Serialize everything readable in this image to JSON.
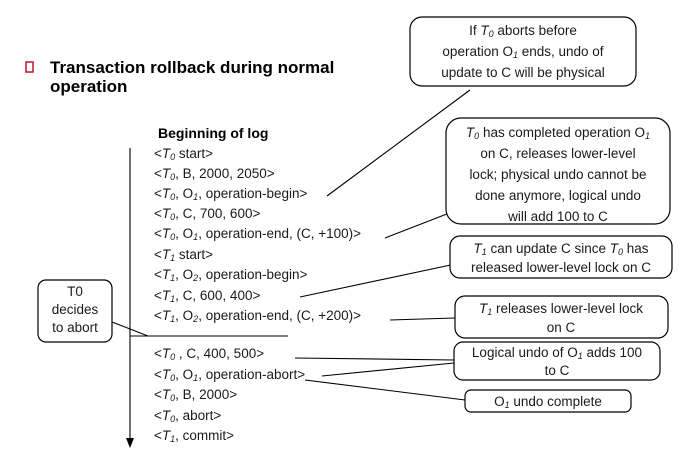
{
  "slide": {
    "bullet_icon": "hollow-square-bullet-icon",
    "bullet_color": "#c8102e",
    "title": [
      "Transaction rollback during normal",
      "operation"
    ]
  },
  "log": {
    "heading": "Beginning of log",
    "records": [
      [
        [
          "<",
          ""
        ],
        [
          "T",
          "i"
        ],
        [
          "0",
          "s"
        ],
        [
          " start>",
          ""
        ]
      ],
      [
        [
          "<",
          ""
        ],
        [
          "T",
          "i"
        ],
        [
          "0",
          "s"
        ],
        [
          ", B, 2000, 2050>",
          ""
        ]
      ],
      [
        [
          "<",
          ""
        ],
        [
          "T",
          "i"
        ],
        [
          "0",
          "s"
        ],
        [
          ", O",
          ""
        ],
        [
          "1",
          "s"
        ],
        [
          ", operation-begin>",
          ""
        ]
      ],
      [
        [
          "<",
          ""
        ],
        [
          "T",
          "i"
        ],
        [
          "0",
          "s"
        ],
        [
          ", C, 700, 600>",
          ""
        ]
      ],
      [
        [
          "<",
          ""
        ],
        [
          "T",
          "i"
        ],
        [
          "0",
          "s"
        ],
        [
          ", O",
          ""
        ],
        [
          "1",
          "s"
        ],
        [
          ", operation-end, (C, +100)>",
          ""
        ]
      ],
      [
        [
          "<",
          ""
        ],
        [
          "T",
          "i"
        ],
        [
          "1",
          "s"
        ],
        [
          " start>",
          ""
        ]
      ],
      [
        [
          "<",
          ""
        ],
        [
          "T",
          "i"
        ],
        [
          "1",
          "s"
        ],
        [
          ", O",
          ""
        ],
        [
          "2",
          "s"
        ],
        [
          ", operation-begin>",
          ""
        ]
      ],
      [
        [
          "<",
          ""
        ],
        [
          "T",
          "i"
        ],
        [
          "1",
          "s"
        ],
        [
          ", C, 600, 400>",
          ""
        ]
      ],
      [
        [
          "<",
          ""
        ],
        [
          "T",
          "i"
        ],
        [
          "1",
          "s"
        ],
        [
          ", O",
          ""
        ],
        [
          "2",
          "s"
        ],
        [
          ", operation-end, (C, +200)>",
          ""
        ]
      ],
      [
        [
          "<",
          ""
        ],
        [
          "T",
          "i"
        ],
        [
          "0",
          "s"
        ],
        [
          " , C, 400, 500>",
          ""
        ]
      ],
      [
        [
          "<",
          ""
        ],
        [
          "T",
          "i"
        ],
        [
          "0",
          "s"
        ],
        [
          ", O",
          ""
        ],
        [
          "1",
          "s"
        ],
        [
          ", operation-abort>",
          ""
        ]
      ],
      [
        [
          "<",
          ""
        ],
        [
          "T",
          "i"
        ],
        [
          "0",
          "s"
        ],
        [
          ", B, 2000>",
          ""
        ]
      ],
      [
        [
          "<",
          ""
        ],
        [
          "T",
          "i"
        ],
        [
          "0",
          "s"
        ],
        [
          ", abort>",
          ""
        ]
      ],
      [
        [
          "<",
          ""
        ],
        [
          "T",
          "i"
        ],
        [
          "1",
          "s"
        ],
        [
          ", commit>",
          ""
        ]
      ]
    ]
  },
  "callouts": [
    {
      "name": "callout-physical-undo",
      "lines": [
        [
          [
            "If ",
            ""
          ],
          [
            "T",
            "i"
          ],
          [
            "0",
            "s"
          ],
          [
            " aborts before",
            ""
          ]
        ],
        [
          [
            "operation O",
            ""
          ],
          [
            "1",
            "s"
          ],
          [
            " ends, undo of",
            ""
          ]
        ],
        [
          [
            "update to C will be physical",
            ""
          ]
        ]
      ]
    },
    {
      "name": "callout-logical-undo",
      "lines": [
        [
          [
            "T",
            "i"
          ],
          [
            "0",
            "s"
          ],
          [
            " has completed operation O",
            ""
          ],
          [
            "1",
            "s"
          ]
        ],
        [
          [
            "on C, releases lower-level",
            ""
          ]
        ],
        [
          [
            "lock; physical undo cannot be",
            ""
          ]
        ],
        [
          [
            "done anymore, logical undo",
            ""
          ]
        ],
        [
          [
            "will add 100 to C",
            ""
          ]
        ]
      ]
    },
    {
      "name": "callout-t1-update",
      "lines": [
        [
          [
            "T",
            "i"
          ],
          [
            "1",
            "s"
          ],
          [
            " can update C since ",
            ""
          ],
          [
            "T",
            "i"
          ],
          [
            "0",
            "s"
          ],
          [
            " has",
            ""
          ]
        ],
        [
          [
            "released lower-level lock on C",
            ""
          ]
        ]
      ]
    },
    {
      "name": "callout-t1-release",
      "lines": [
        [
          [
            "T",
            "i"
          ],
          [
            "1",
            "s"
          ],
          [
            " releases lower-level lock",
            ""
          ]
        ],
        [
          [
            "on C",
            ""
          ]
        ]
      ]
    },
    {
      "name": "callout-logical-undo-adds",
      "lines": [
        [
          [
            "Logical undo of O",
            ""
          ],
          [
            "1",
            "s"
          ],
          [
            " adds 100",
            ""
          ]
        ],
        [
          [
            "to C",
            ""
          ]
        ]
      ]
    },
    {
      "name": "callout-undo-complete",
      "lines": [
        [
          [
            "O",
            ""
          ],
          [
            "1",
            "s"
          ],
          [
            " undo complete",
            ""
          ]
        ]
      ]
    },
    {
      "name": "callout-t0-decides",
      "lines": [
        [
          [
            "T0",
            ""
          ]
        ],
        [
          [
            "decides",
            ""
          ]
        ],
        [
          [
            "to abort",
            ""
          ]
        ]
      ]
    }
  ]
}
